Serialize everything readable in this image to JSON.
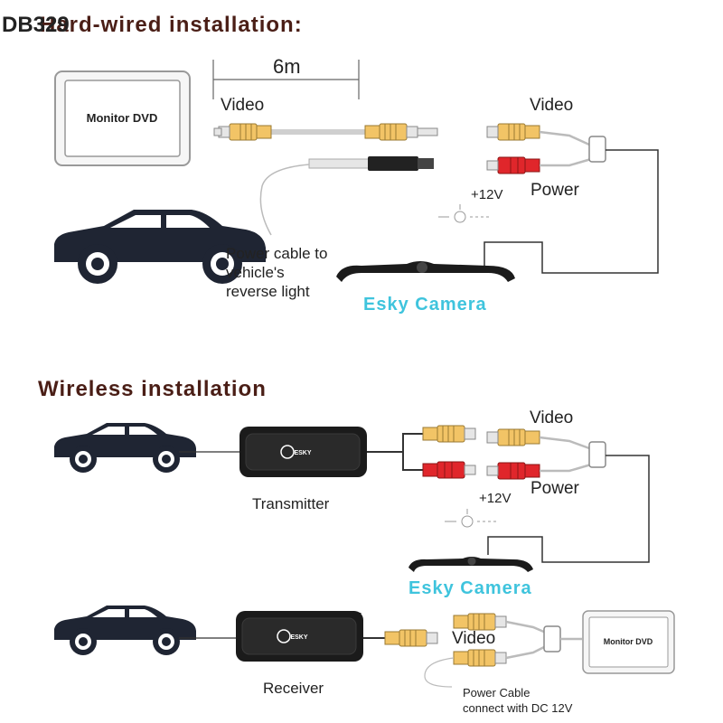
{
  "corner_label": "DB329",
  "hardwired": {
    "title": "Hard-wired installation:",
    "length_label": "6m",
    "monitor_label": "Monitor DVD",
    "video_left": "Video",
    "video_right": "Video",
    "voltage": "+12V",
    "power": "Power",
    "power_cable_note": "Power cable to\nvehicle's\nreverse light",
    "camera_label": "Esky Camera"
  },
  "wireless": {
    "title": "Wireless installation",
    "transmitter_label": "Transmitter",
    "receiver_label": "Receiver",
    "brand_mark": "ESKY",
    "video_top": "Video",
    "voltage": "+12V",
    "power": "Power",
    "camera_label": "Esky Camera",
    "video_bottom": "Video",
    "monitor_label": "Monitor DVD",
    "power_cable_note": "Power Cable\nconnect with DC 12V"
  },
  "colors": {
    "title": "#4a1e16",
    "camera_text": "#3fc4dd",
    "rca_yellow": "#f2c466",
    "rca_red": "#e0262b",
    "car": "#1f2533",
    "device": "#1b1b1b"
  }
}
